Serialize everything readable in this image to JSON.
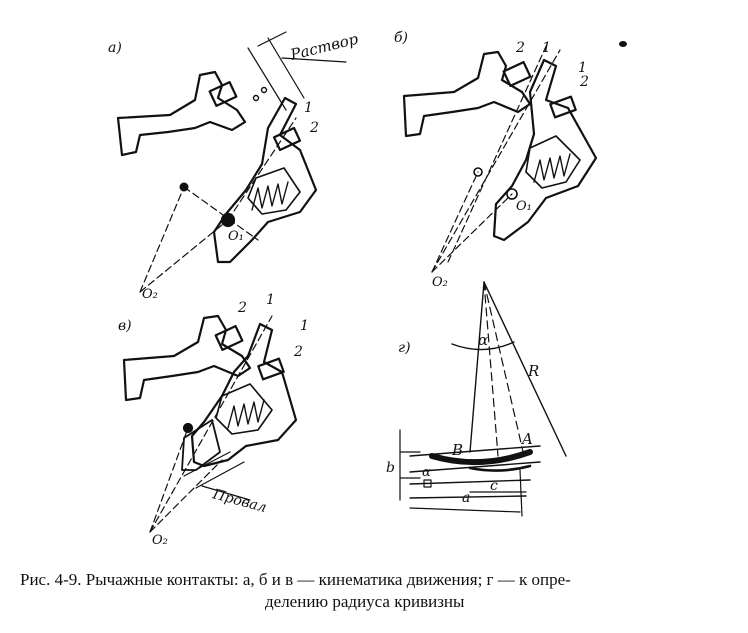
{
  "panels": {
    "a": {
      "label": "а)",
      "gap_label": "Раствор",
      "part_1": "1",
      "part_2": "2",
      "pivot_1": "O₁",
      "pivot_2": "O₂"
    },
    "b": {
      "label": "б)",
      "part_1_left": "1",
      "part_2_left": "2",
      "part_1_right": "1",
      "part_2_right": "2",
      "pivot_1": "O₁",
      "pivot_2": "O₂"
    },
    "v": {
      "label": "в)",
      "part_1_left": "1",
      "part_2_left": "2",
      "part_1_right": "1",
      "part_2_right": "2",
      "travel_label": "Провал",
      "pivot_2": "O₂"
    },
    "g": {
      "label": "г)",
      "angle": "α",
      "radius": "R",
      "point_a": "A",
      "point_b": "B",
      "dim_b": "b",
      "dim_a": "a",
      "dim_c": "c",
      "angle_small": "α"
    }
  },
  "caption": {
    "line1": "Рис. 4-9. Рычажные контакты: а, б и в — кинематика движения; г — к опре-",
    "line2": "делению радиуса кривизны"
  }
}
